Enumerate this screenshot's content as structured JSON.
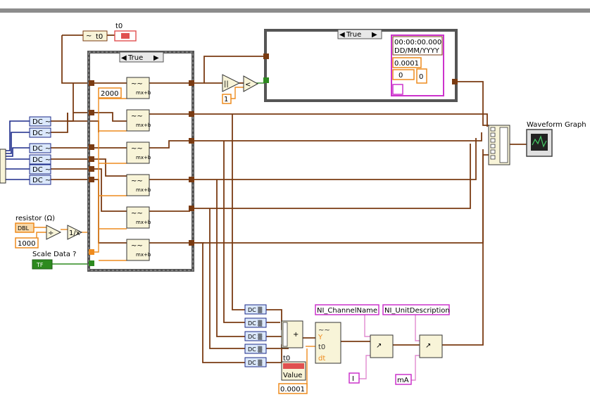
{
  "labels": {
    "t0_top": "t0",
    "t0_node": "t0",
    "t0_bottom": "t0",
    "resistor": "resistor (Ω)",
    "scale": "Scale Data ?",
    "graph": "Waveform Graph"
  },
  "case_structures": {
    "main_selector": "True",
    "top_selector": "True"
  },
  "constants": {
    "c2000": "2000",
    "c1": "1",
    "c1000": "1000",
    "timestamp": "00:00:00.000",
    "date_format": "DD/MM/YYYY",
    "dt_top": "0.0001",
    "zero_a": "0",
    "zero_b": "0",
    "dt_bottom": "0.0001",
    "dbl": "DBL",
    "tf": "TF",
    "channel_name": "NI_ChannelName",
    "unit_desc": "NI_UnitDescription",
    "unit_I": "I",
    "unit_mA": "mA",
    "value": "Value",
    "bundle_Y": "Y",
    "bundle_t0": "t0",
    "bundle_dt": "dt"
  },
  "colors": {
    "wire": "#7a3b12",
    "numeric": "#ee8b1e",
    "boolean": "#2d8a1f",
    "string": "#cc33cc",
    "cluster": "#1b2a8a"
  }
}
